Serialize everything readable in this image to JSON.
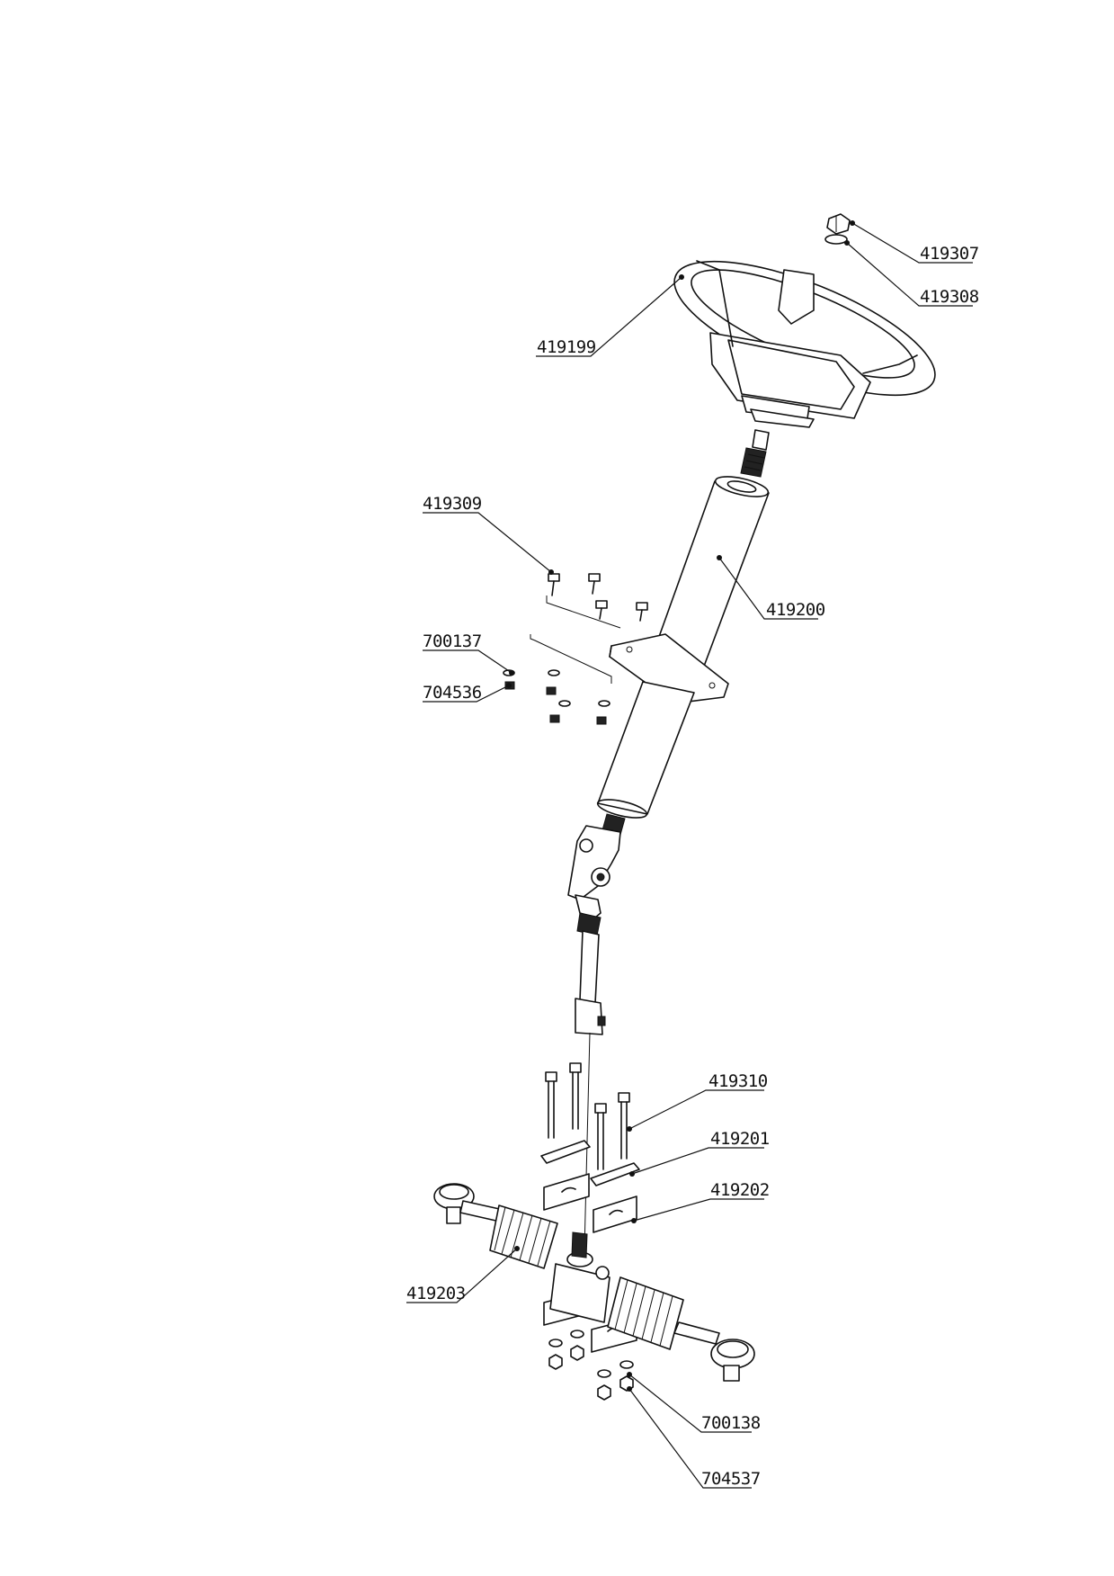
{
  "callouts": {
    "p419307": "419307",
    "p419308": "419308",
    "p419199": "419199",
    "p419309": "419309",
    "p419200": "419200",
    "p700137": "700137",
    "p704536": "704536",
    "p419310": "419310",
    "p419201": "419201",
    "p419202": "419202",
    "p419203": "419203",
    "p700138": "700138",
    "p704537": "704537"
  },
  "colors": {
    "ink": "#111111",
    "paper": "#ffffff"
  }
}
